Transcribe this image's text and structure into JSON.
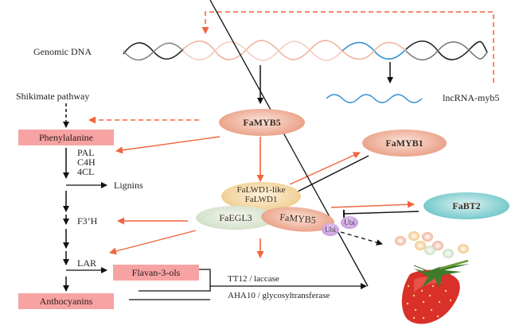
{
  "diagram": {
    "genomic_dna_label": "Genomic DNA",
    "lncrna_label": "lncRNA-myb5",
    "shikimate_label": "Shikimate pathway",
    "metabolites": {
      "phenylalanine": "Phenylalanine",
      "flavan3ols": "Flavan-3-ols",
      "anthocyanins": "Anthocyanins",
      "lignins": "Lignins"
    },
    "enzymes": {
      "pal": "PAL",
      "c4h": "C4H",
      "fourcl": "4CL",
      "f3h": "F3’H",
      "lar": "LAR"
    },
    "proteins": {
      "famyb5_top": "FaMYB5",
      "famyb1": "FaMYB1",
      "falwd1_like": "FaLWD1-like",
      "falwd1": "FaLWD1",
      "faegl3": "FaEGL3",
      "famyb5_complex": "FaMYB5",
      "fabt2": "FaBT2"
    },
    "ubiquitin_label": "Ubi",
    "transport": {
      "upper": "TT12 / laccase",
      "lower": "AHA10 / glycosyltransferase"
    },
    "colors": {
      "activation": "#f0643c",
      "repression": "#1a1a1a",
      "metabolite_box": "#f7a3a3",
      "famyb": "#e89a82",
      "falwd1": "#eec789",
      "faegl3": "#cfdcc4",
      "fabt2": "#6bbfc2",
      "ubi": "#c699de",
      "lncrna": "#2c8fcf"
    }
  }
}
